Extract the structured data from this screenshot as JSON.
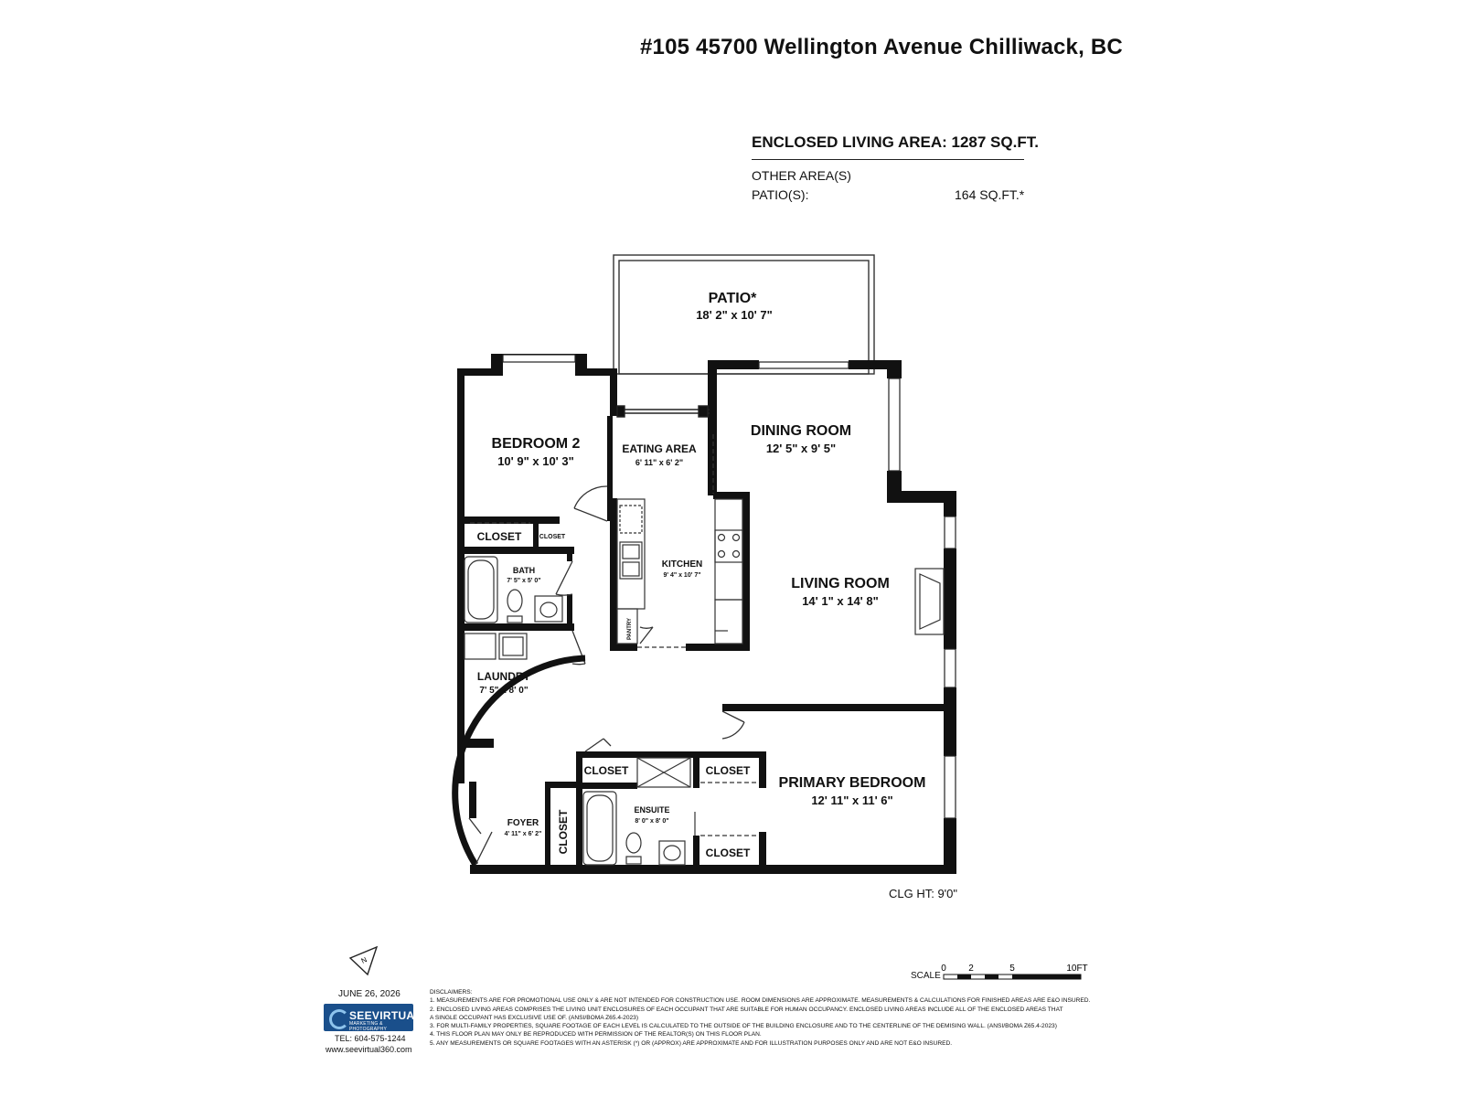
{
  "header": {
    "address": "#105 45700 Wellington Avenue Chilliwack, BC"
  },
  "areas": {
    "enclosed_living": "ENCLOSED LIVING AREA: 1287 SQ.FT.",
    "other_heading": "OTHER AREA(S)",
    "patio_label": "PATIO(S):",
    "patio_value": "164 SQ.FT.*"
  },
  "rooms": {
    "patio": {
      "name": "PATIO*",
      "dim": "18' 2\" x 10' 7\""
    },
    "bedroom2": {
      "name": "BEDROOM 2",
      "dim": "10' 9\" x 10' 3\""
    },
    "eating": {
      "name": "EATING AREA",
      "dim": "6' 11\" x 6' 2\""
    },
    "dining": {
      "name": "DINING ROOM",
      "dim": "12' 5\" x 9' 5\""
    },
    "closet_b2": {
      "name": "CLOSET"
    },
    "closet_small": {
      "name": "CLOSET"
    },
    "bath": {
      "name": "BATH",
      "dim": "7' 5\" x 5' 0\""
    },
    "kitchen": {
      "name": "KITCHEN",
      "dim": "9' 4\" x 10' 7\""
    },
    "pantry": {
      "name": "PANTRY"
    },
    "living": {
      "name": "LIVING ROOM",
      "dim": "14' 1\" x 14' 8\""
    },
    "laundry": {
      "name": "LAUNDRY",
      "dim": "7' 5\" x 8' 0\""
    },
    "closet_hall": {
      "name": "CLOSET"
    },
    "closet_wic": {
      "name": "CLOSET"
    },
    "primary": {
      "name": "PRIMARY BEDROOM",
      "dim": "12' 11\" x 11' 6\""
    },
    "foyer": {
      "name": "FOYER",
      "dim": "4' 11\" x 6' 2\""
    },
    "closet_foyer": {
      "name": "CLOSET"
    },
    "ensuite": {
      "name": "ENSUITE",
      "dim": "8' 0\" x 8' 0\""
    },
    "closet_primary": {
      "name": "CLOSET"
    }
  },
  "ceiling": "CLG HT: 9'0\"",
  "compass": {
    "letter": "N"
  },
  "scale": {
    "label": "SCALE",
    "ticks": [
      "0",
      "2",
      "5",
      "10FT"
    ]
  },
  "footer": {
    "date": "JUNE 26, 2026",
    "brand": "SEEVIRTUAL",
    "brand_sub": "MARKETING & PHOTOGRAPHY",
    "phone": "TEL: 604-575-1244",
    "website": "www.seevirtual360.com",
    "disclaimers": [
      "DISCLAIMERS:",
      "1. MEASUREMENTS ARE FOR PROMOTIONAL USE ONLY & ARE NOT INTENDED FOR CONSTRUCTION USE. ROOM DIMENSIONS ARE APPROXIMATE. MEASUREMENTS & CALCULATIONS FOR FINISHED AREAS ARE E&O INSURED.",
      "2. ENCLOSED LIVING AREAS COMPRISES THE LIVING UNIT ENCLOSURES OF EACH OCCUPANT THAT ARE SUITABLE FOR HUMAN OCCUPANCY. ENCLOSED LIVING AREAS INCLUDE ALL OF THE ENCLOSED AREAS THAT",
      "A SINGLE OCCUPANT HAS EXCLUSIVE USE OF. (ANSI/BOMA Z65.4-2023)",
      "3. FOR MULTI-FAMILY PROPERTIES, SQUARE FOOTAGE OF EACH LEVEL IS CALCULATED TO THE OUTSIDE OF THE BUILDING ENCLOSURE AND TO THE CENTERLINE OF THE DEMISING WALL. (ANSI/BOMA Z65.4-2023)",
      "4. THIS FLOOR PLAN MAY ONLY BE REPRODUCED WITH PERMISSION OF THE REALTOR(S) ON THIS FLOOR PLAN.",
      "5. ANY MEASUREMENTS OR SQUARE FOOTAGES WITH AN ASTERISK (*) OR (APPROX) ARE APPROXIMATE AND FOR ILLUSTRATION PURPOSES ONLY AND ARE NOT E&O INSURED."
    ]
  }
}
